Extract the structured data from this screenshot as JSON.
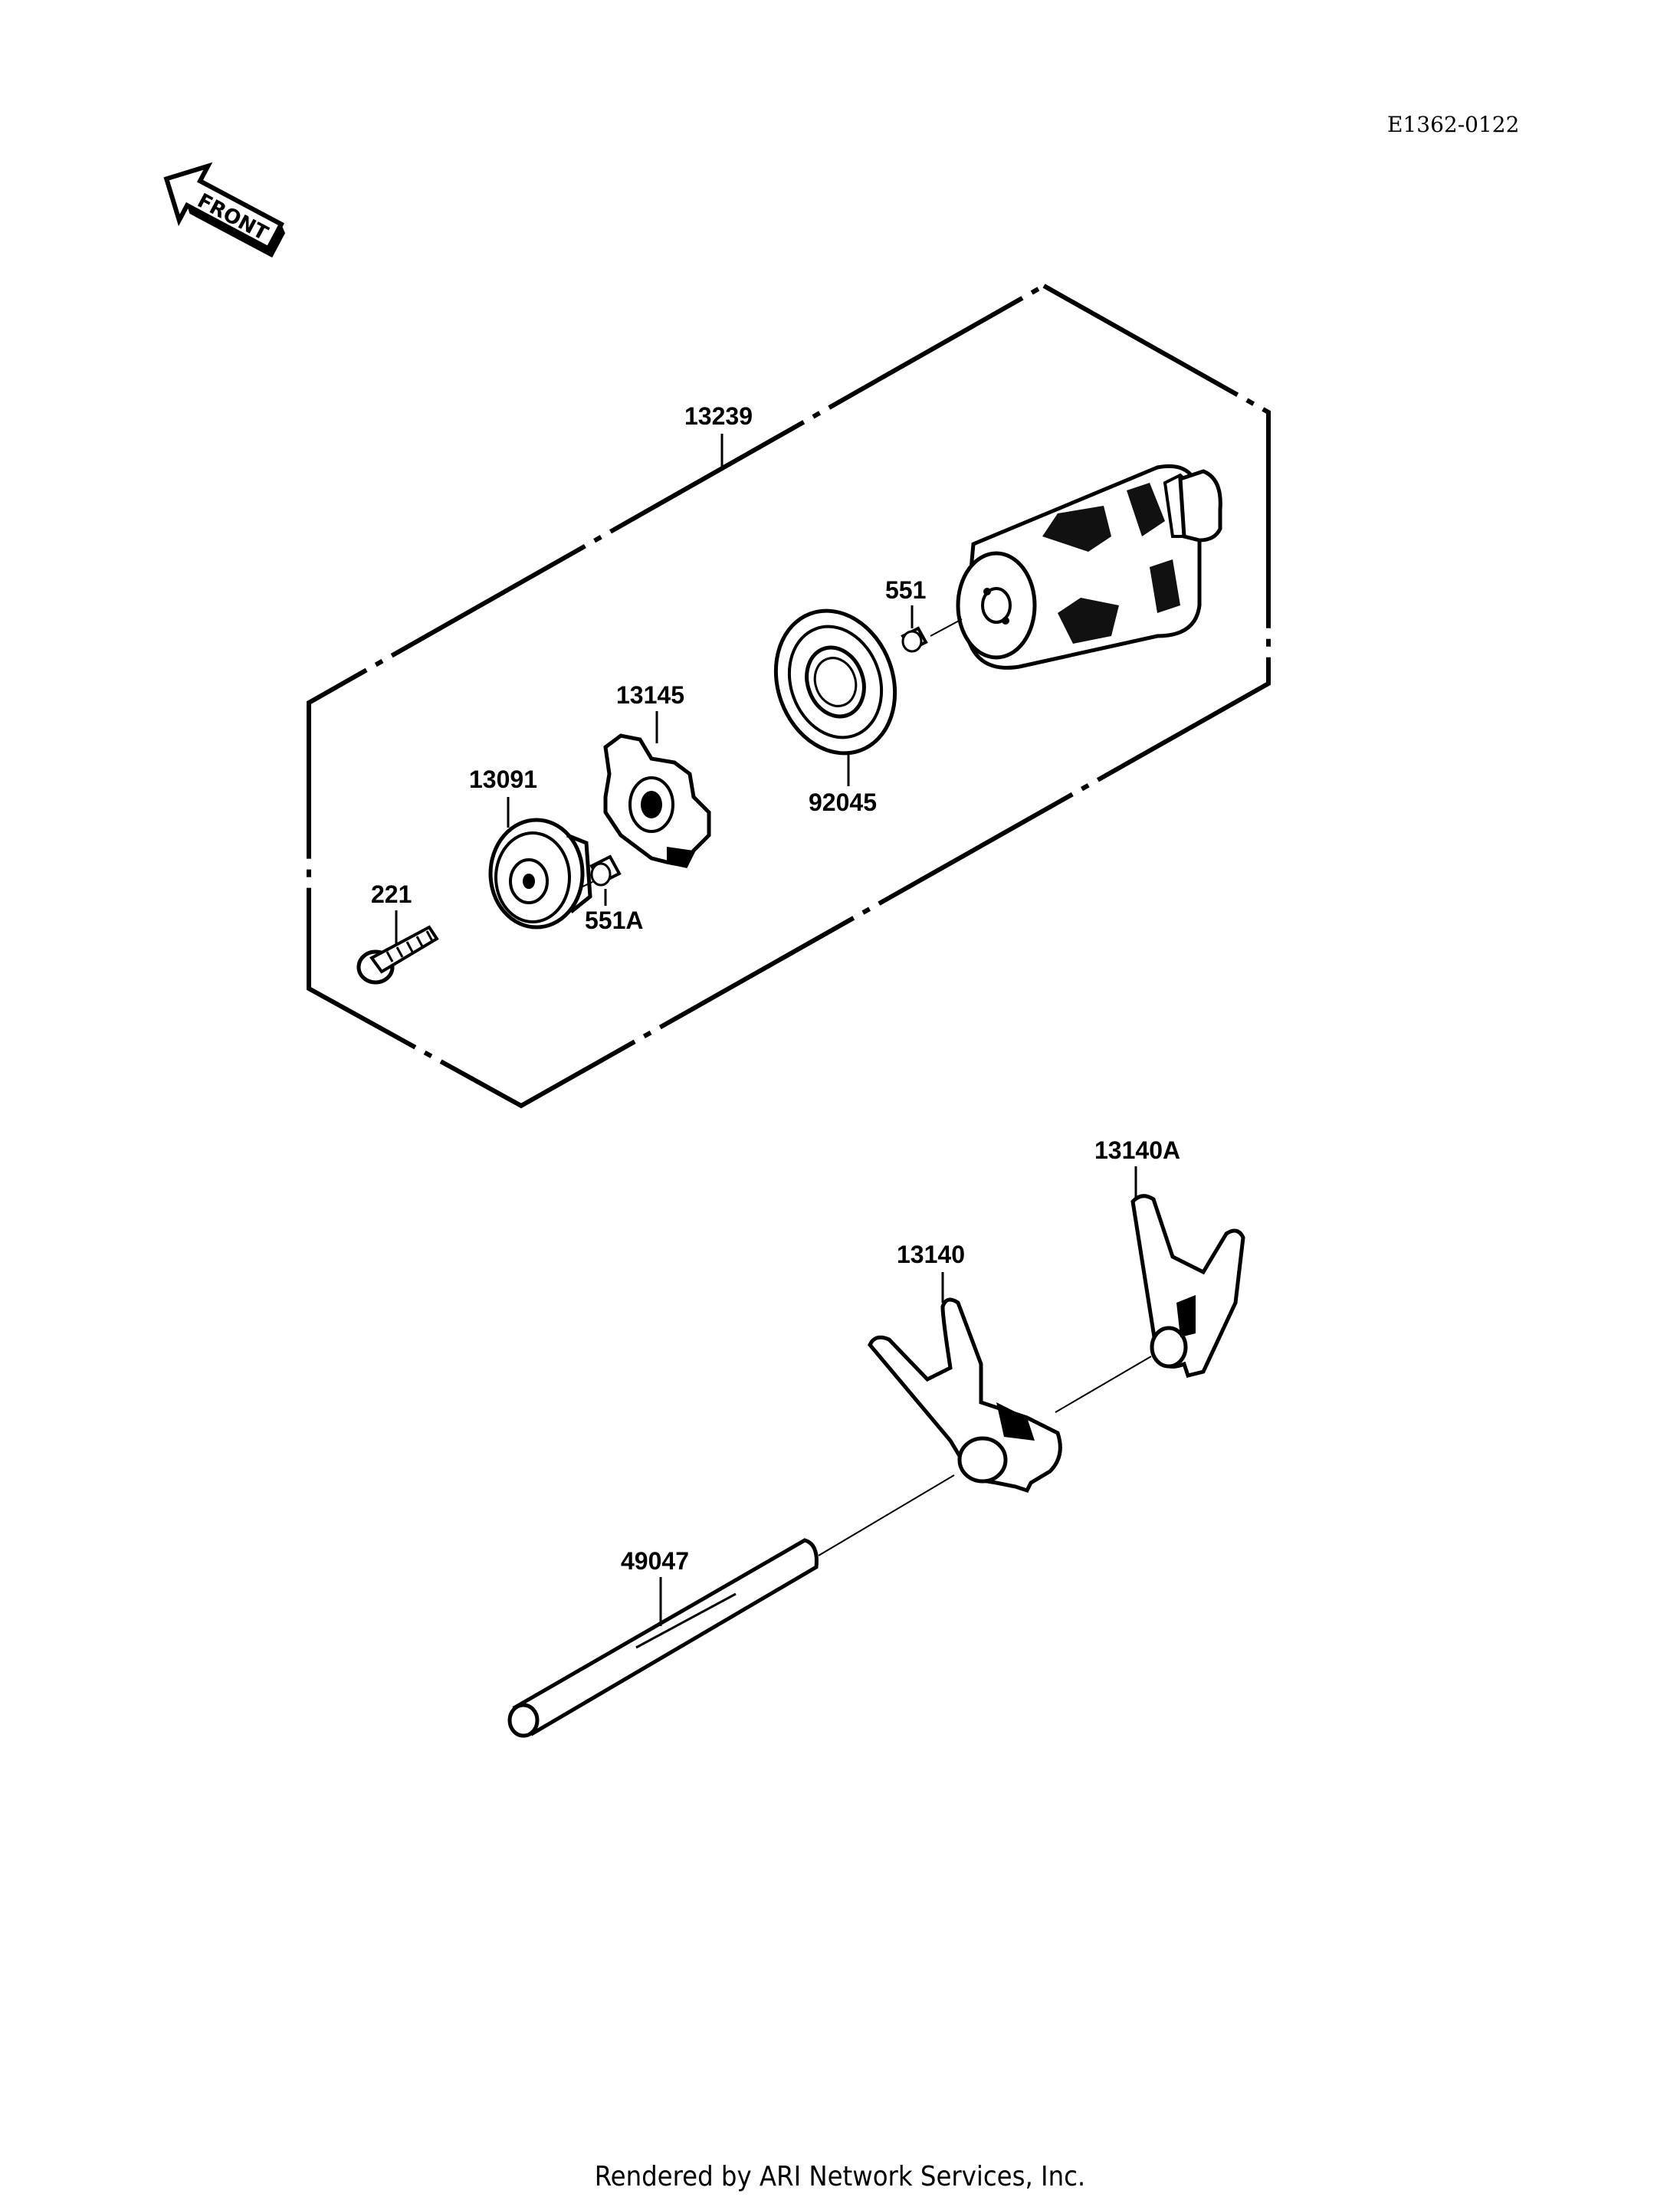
{
  "diagram_code": "E1362-0122",
  "front_label": "FRONT",
  "parts": {
    "p13239": "13239",
    "p551": "551",
    "p13145": "13145",
    "p92045": "92045",
    "p13091": "13091",
    "p221": "221",
    "p551A": "551A",
    "p13140A": "13140A",
    "p13140": "13140",
    "p49047": "49047"
  },
  "footer": "Rendered by ARI Network Services, Inc."
}
